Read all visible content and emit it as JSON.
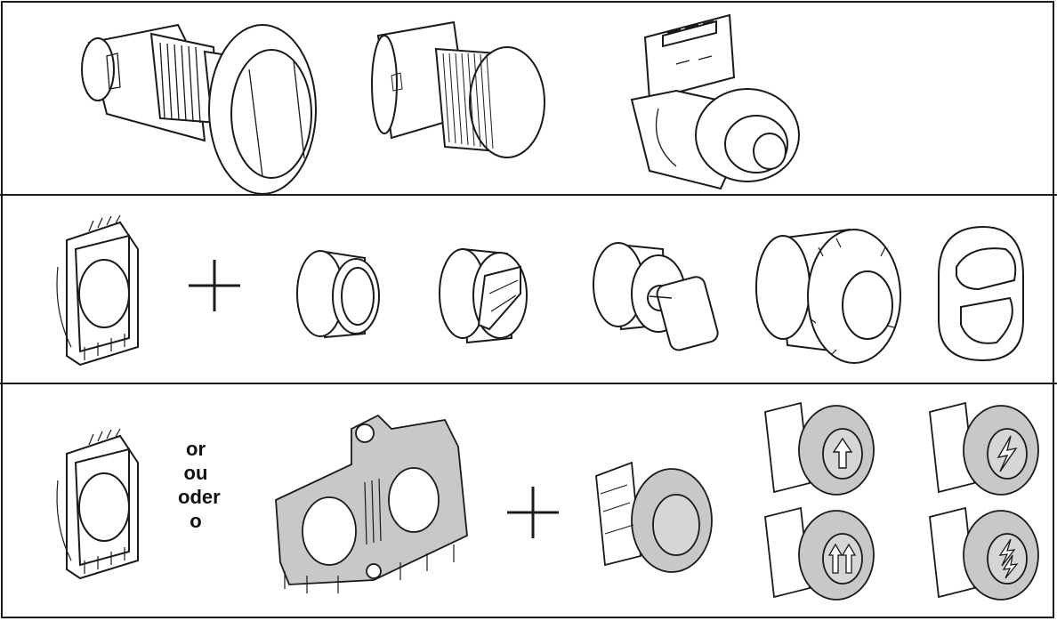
{
  "connector_words": [
    "or",
    "ou",
    "oder",
    "o"
  ],
  "colors": {
    "line": "#1a1a1a",
    "part_fill": "#ffffff",
    "grey_part_fill": "#c8c8c8",
    "grey_part_dark": "#9a9a9a"
  },
  "rows": [
    {
      "id": "row-1",
      "items": [
        "mushroom-pushbutton",
        "flush-pushbutton",
        "connector-terminal-block"
      ]
    },
    {
      "id": "row-2",
      "items": [
        "contact-block-holder",
        "plus-sign",
        "round-pushbutton-head",
        "selector-switch-head",
        "key-switch-head",
        "emergency-stop-head",
        "double-pushbutton-head"
      ]
    },
    {
      "id": "row-3",
      "items": [
        "contact-block-holder",
        "connector-words",
        "double-mounting-adapter",
        "plus-sign",
        "grey-pushbutton",
        "arrow-up-pushbutton",
        "lightning-pushbutton",
        "double-arrow-pushbutton",
        "double-lightning-pushbutton"
      ]
    }
  ]
}
